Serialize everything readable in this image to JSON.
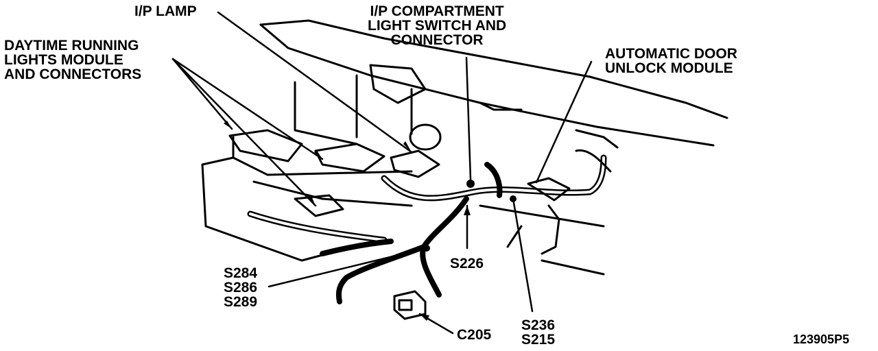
{
  "labels": {
    "ip_lamp": "I/P LAMP",
    "ip_compartment": [
      "I/P COMPARTMENT",
      "LIGHT SWITCH AND",
      "CONNECTOR"
    ],
    "drl_module": [
      "DAYTIME RUNNING",
      "LIGHTS MODULE",
      "AND CONNECTORS"
    ],
    "door_unlock": [
      "AUTOMATIC DOOR",
      "UNLOCK MODULE"
    ],
    "splices_left": [
      "S284",
      "S286",
      "S289"
    ],
    "s226": "S226",
    "splices_right": [
      "S236",
      "S215"
    ],
    "c205": "C205",
    "figure_id": "123905P5"
  }
}
